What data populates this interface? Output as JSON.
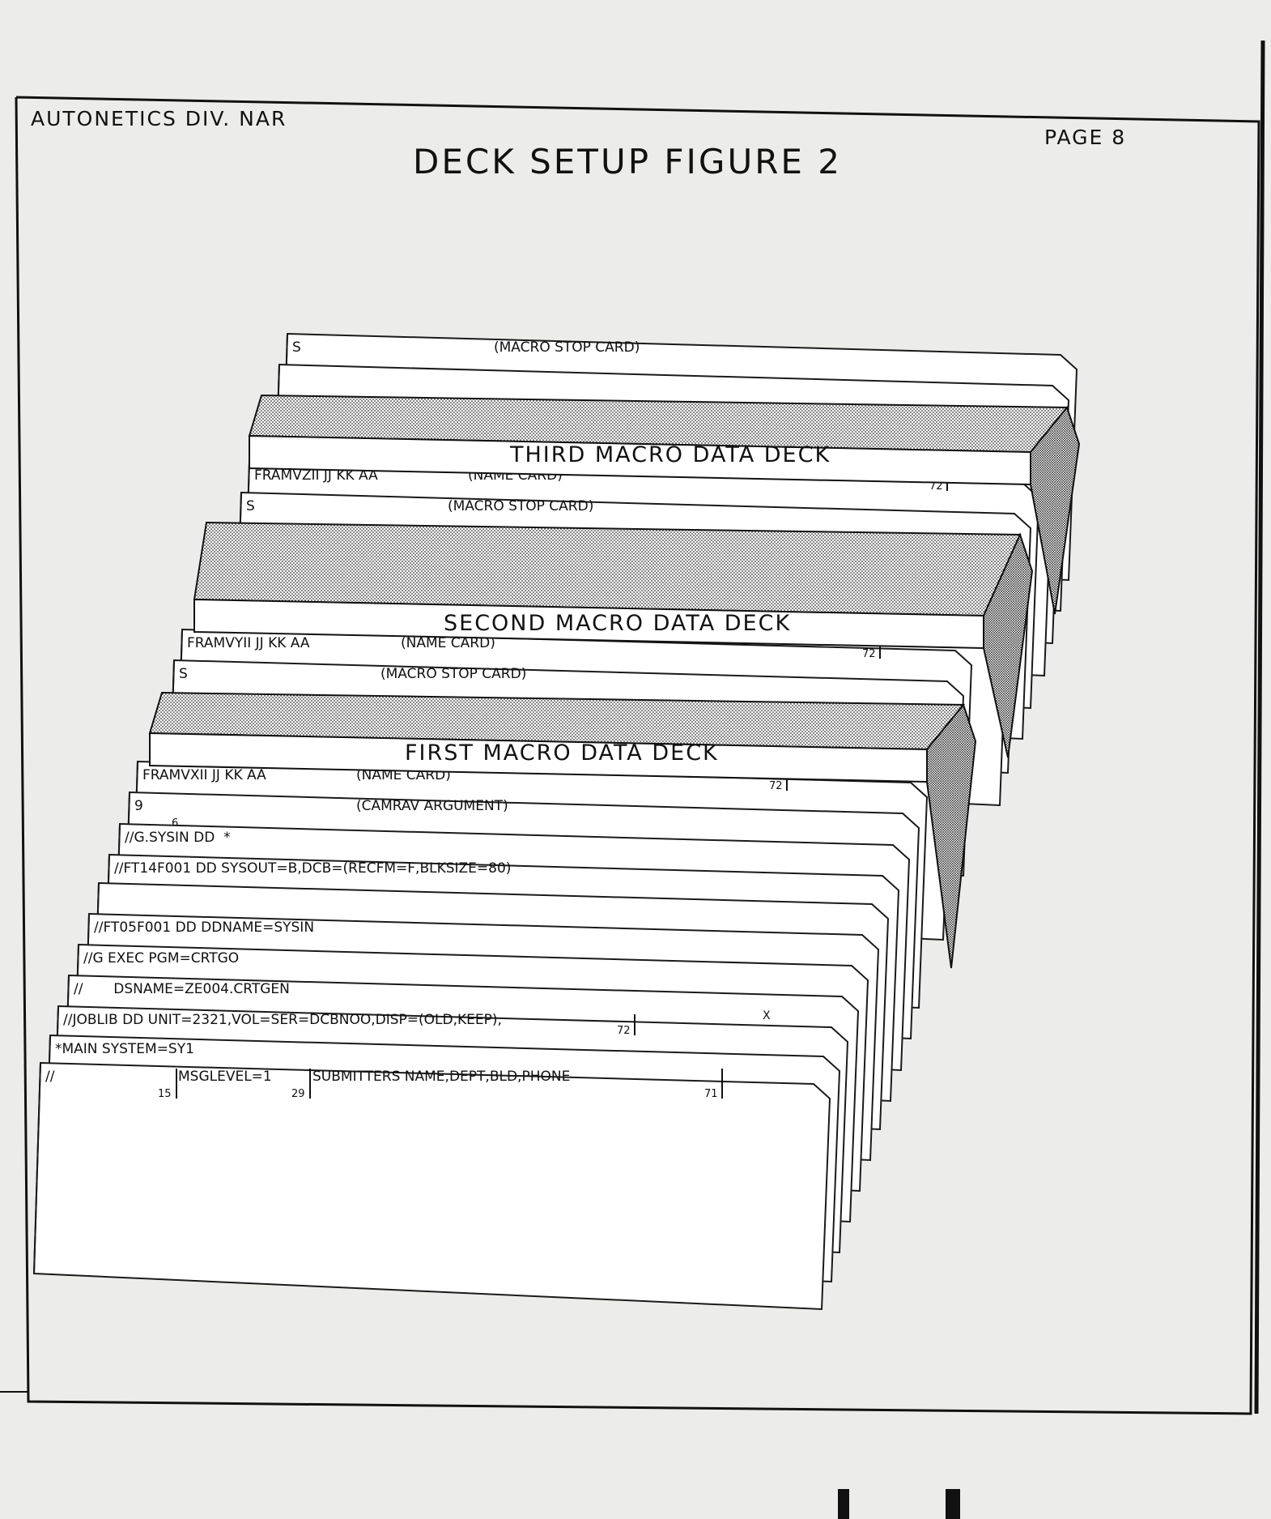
{
  "header": {
    "company": "AUTONETICS DIV. NAR",
    "page": "PAGE 8",
    "title": "DECK SETUP FIGURE 2"
  },
  "cards": [
    {
      "text": "S",
      "label": "(MACRO STOP CARD)"
    },
    {
      "text": "",
      "label": ""
    },
    {
      "text": "",
      "label": ""
    },
    {
      "text": "",
      "label": ""
    },
    {
      "text": "FRAMVZII JJ KK AA",
      "label": "(NAME CARD)",
      "col": "72"
    },
    {
      "text": "S",
      "label": "(MACRO STOP CARD)"
    },
    {
      "text": "",
      "label": ""
    },
    {
      "text": "",
      "label": ""
    },
    {
      "text": "FRAMVYII JJ KK AA",
      "label": "(NAME CARD)",
      "col": "72"
    },
    {
      "text": "S",
      "label": "(MACRO STOP CARD)"
    },
    {
      "text": "",
      "label": ""
    },
    {
      "text": "FRAMVXII JJ KK AA",
      "label": "(NAME CARD)",
      "col": "72"
    },
    {
      "text": "9",
      "label": "(CAMRAV ARGUMENT)",
      "col2": "6"
    },
    {
      "text": "//G.SYSIN DD  *",
      "label": ""
    },
    {
      "text": "//FT14F001 DD SYSOUT=B,DCB=(RECFM=F,BLKSIZE=80)",
      "label": ""
    },
    {
      "text": "",
      "label": ""
    },
    {
      "text": "//FT05F001 DD DDNAME=SYSIN",
      "label": ""
    },
    {
      "text": "//G EXEC PGM=CRTGO",
      "label": ""
    },
    {
      "text": "//       DSNAME=ZE004.CRTGEN",
      "label": ""
    },
    {
      "text": "//JOBLIB DD UNIT=2321,VOL=SER=DCBNOO,DISP=(OLD,KEEP),",
      "label": "",
      "col": "72",
      "mark": "X"
    },
    {
      "text": "*MAIN SYSTEM=SY1",
      "label": ""
    },
    {
      "text": "//",
      "msg": "MSGLEVEL=1",
      "sub": "SUBMITTERS NAME,DEPT,BLD,PHONE",
      "c15": "15",
      "c29": "29",
      "c71": "71"
    }
  ],
  "decks": [
    {
      "label": "THIRD MACRO DATA DECK"
    },
    {
      "label": "SECOND MACRO DATA DECK"
    },
    {
      "label": "FIRST MACRO DATA DECK"
    }
  ]
}
